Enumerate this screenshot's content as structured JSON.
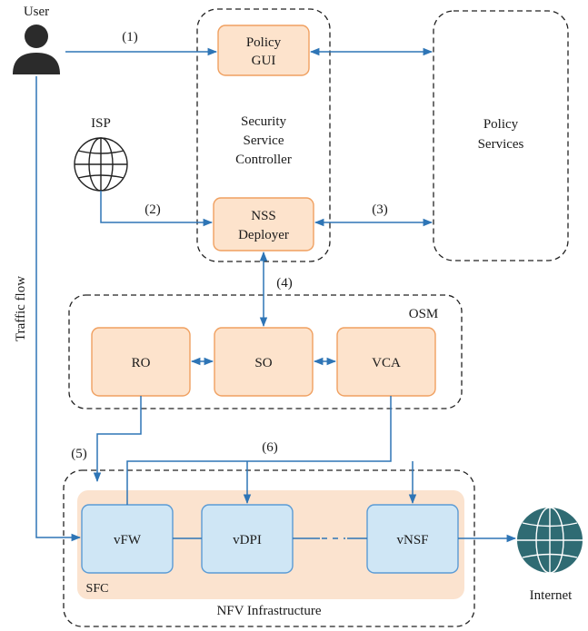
{
  "nodes": {
    "user": "User",
    "policy_gui": [
      "Policy",
      "GUI"
    ],
    "security_controller": [
      "Security",
      "Service",
      "Controller"
    ],
    "policy_services": [
      "Policy",
      "Services"
    ],
    "isp": "ISP",
    "nss_deployer": [
      "NSS",
      "Deployer"
    ],
    "osm": "OSM",
    "ro": "RO",
    "so": "SO",
    "vca": "VCA",
    "vfw": "vFW",
    "vdpi": "vDPI",
    "vnsf": "vNSF",
    "sfc": "SFC",
    "nfv_infrastructure": "NFV Infrastructure",
    "internet": "Internet"
  },
  "edge_labels": {
    "e1": "(1)",
    "e2": "(2)",
    "e3": "(3)",
    "e4": "(4)",
    "e5": "(5)",
    "e6": "(6)"
  },
  "traffic_flow": "Traffic flow",
  "colors": {
    "orange_fill": "#fde3cc",
    "orange_stroke": "#f0a060",
    "blue_fill": "#cfe6f5",
    "blue_stroke": "#5b9bd5",
    "arrow": "#2e75b6",
    "sfc_band": "#fbe3cf",
    "globe_dark": "#2f6b73",
    "user_icon": "#2b2b2b"
  }
}
